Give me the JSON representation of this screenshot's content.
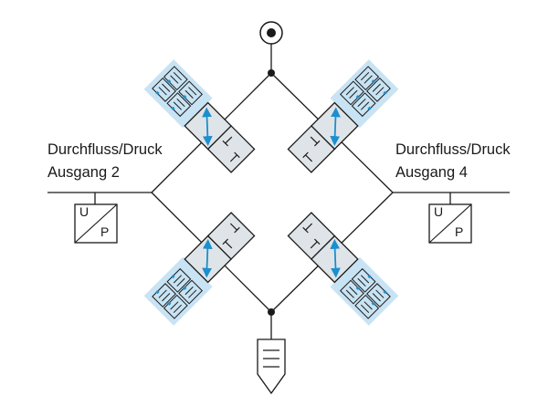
{
  "labels": {
    "left_line1": "Durchfluss/Druck",
    "left_line2": "Ausgang 2",
    "right_line1": "Durchfluss/Druck",
    "right_line2": "Ausgang 4"
  },
  "transducer_left": {
    "u": "U",
    "p": "P"
  },
  "transducer_right": {
    "u": "U",
    "p": "P"
  },
  "colors": {
    "line": "#1a1a1a",
    "valve_fill": "#dfe4e8",
    "coil_bg": "#c8e3f3",
    "arrow": "#1b8fcf"
  }
}
